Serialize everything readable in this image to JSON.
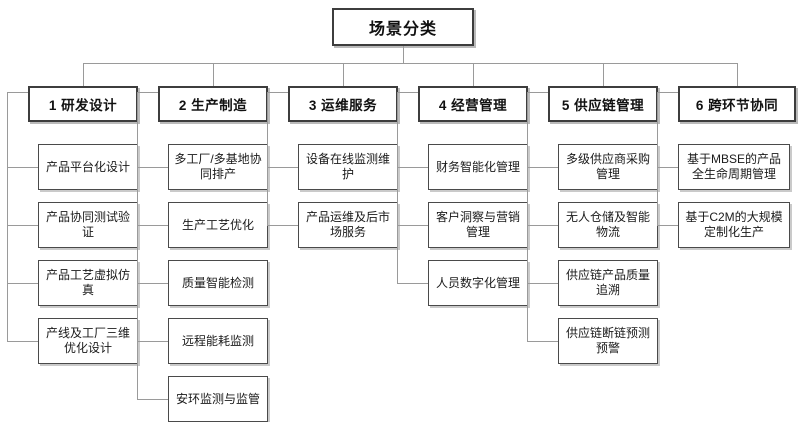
{
  "diagram": {
    "title": "场景分类",
    "type": "org-tree",
    "root": {
      "label": "场景分类"
    },
    "columns": [
      {
        "id": "col-1",
        "number": "1",
        "header": "1 研发设计",
        "items": [
          "产品平台化设计",
          "产品协同测试验证",
          "产品工艺虚拟仿真",
          "产线及工厂三维优化设计"
        ]
      },
      {
        "id": "col-2",
        "number": "2",
        "header": "2 生产制造",
        "items": [
          "多工厂/多基地协同排产",
          "生产工艺优化",
          "质量智能检测",
          "远程能耗监测",
          "安环监测与监管"
        ]
      },
      {
        "id": "col-3",
        "number": "3",
        "header": "3 运维服务",
        "items": [
          "设备在线监测维护",
          "产品运维及后市场服务"
        ]
      },
      {
        "id": "col-4",
        "number": "4",
        "header": "4 经营管理",
        "items": [
          "财务智能化管理",
          "客户洞察与营销管理",
          "人员数字化管理"
        ]
      },
      {
        "id": "col-5",
        "number": "5",
        "header": "5 供应链管理",
        "items": [
          "多级供应商采购管理",
          "无人仓储及智能物流",
          "供应链产品质量追溯",
          "供应链断链预测预警"
        ]
      },
      {
        "id": "col-6",
        "number": "6",
        "header": "6 跨环节协同",
        "items": [
          "基于MBSE的产品全生命周期管理",
          "基于C2M的大规模定制化生产"
        ]
      }
    ],
    "colors": {
      "background": "#ffffff",
      "node_border": "#3d3d3d",
      "leaf_border": "#4a4a4a",
      "connector": "#9a9a9a",
      "text": "#111111"
    }
  }
}
